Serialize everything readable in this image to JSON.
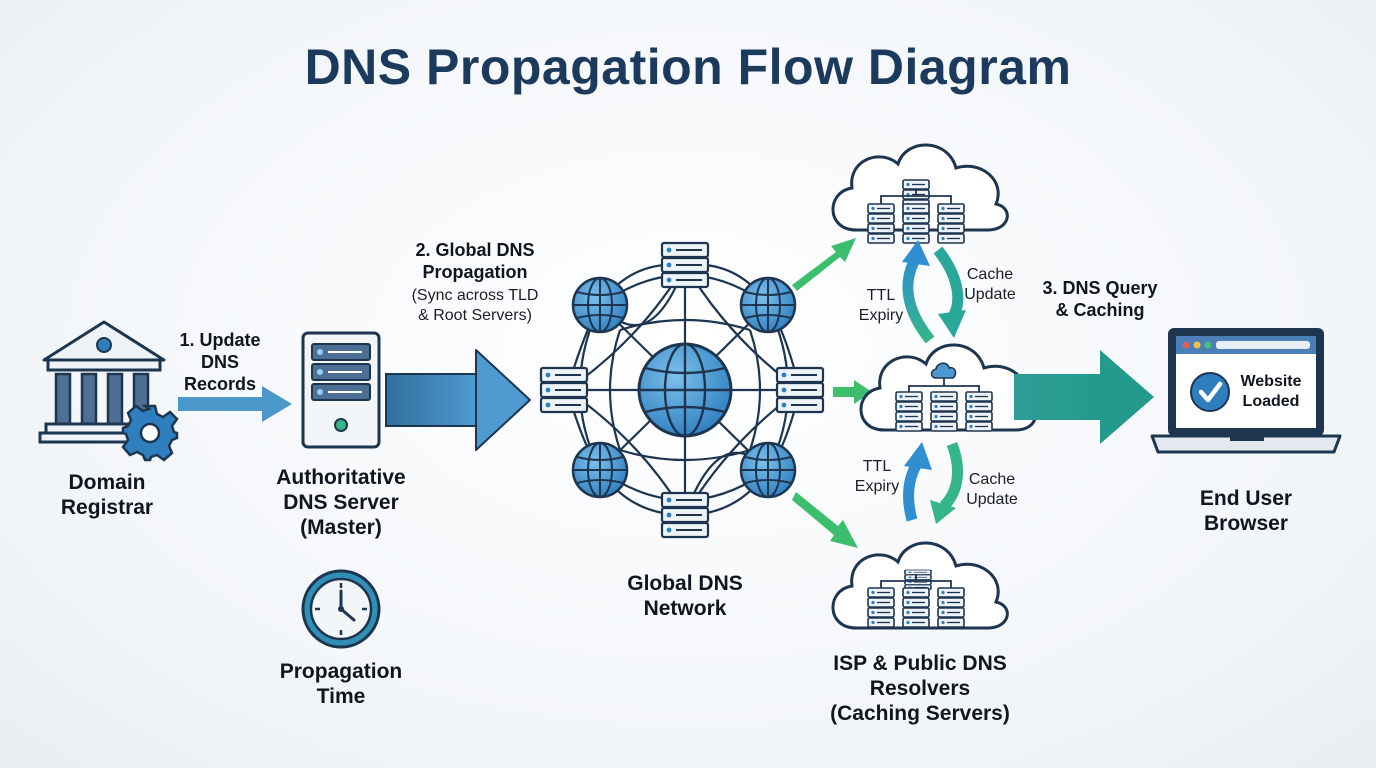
{
  "title": "DNS Propagation Flow Diagram",
  "nodes": {
    "registrar": [
      "Domain",
      "Registrar"
    ],
    "auth_server": [
      "Authoritative",
      "DNS Server",
      "(Master)"
    ],
    "propagation_time": [
      "Propagation",
      "Time"
    ],
    "global_network": [
      "Global DNS",
      "Network"
    ],
    "resolvers": [
      "ISP & Public DNS",
      "Resolvers",
      "(Caching Servers)"
    ],
    "browser": [
      "End User",
      "Browser"
    ]
  },
  "steps": {
    "step1": [
      "1. Update",
      "DNS",
      "Records"
    ],
    "step2": [
      "2. Global DNS",
      "Propagation"
    ],
    "step2_sub": [
      "(Sync across TLD",
      "& Root Servers)"
    ],
    "step3": [
      "3. DNS Query",
      "& Caching"
    ]
  },
  "cache_labels": {
    "ttl_top": [
      "TTL",
      "Expiry"
    ],
    "cache_top": [
      "Cache",
      "Update"
    ],
    "ttl_bottom": [
      "TTL",
      "Expiry"
    ],
    "cache_bottom": [
      "Cache",
      "Update"
    ]
  },
  "browser_screen": [
    "Website",
    "Loaded"
  ],
  "colors": {
    "title": "#1b3a5c",
    "navy": "#1e3550",
    "blue_arrow": "#3a86b8",
    "green_arrow": "#3bbf6f",
    "teal_arrow": "#2aa79b",
    "globe": "#4a98cf"
  },
  "icons": [
    "bank-icon",
    "gear-icon",
    "server-tower-icon",
    "clock-icon",
    "globe-icon",
    "server-rack-icon",
    "cloud-server-icon",
    "laptop-icon",
    "checkmark-icon"
  ]
}
